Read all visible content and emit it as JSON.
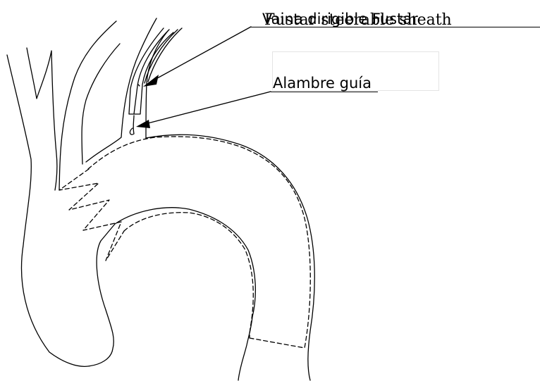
{
  "labels": {
    "sheath_es": "Vaina dirigible Fustar",
    "sheath_en": "Fustar steerable sheath",
    "guidewire_es": "Alambre guía"
  },
  "colors": {
    "line": "#000000",
    "background": "#ffffff"
  }
}
